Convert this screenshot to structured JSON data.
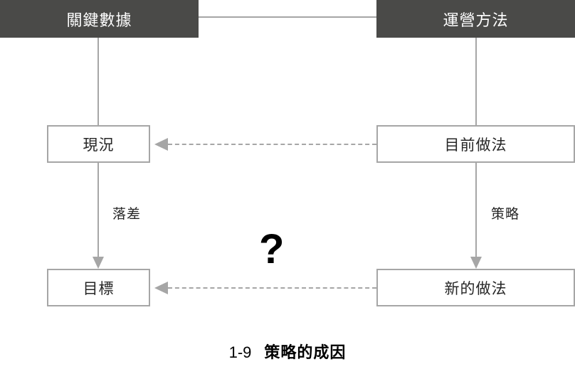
{
  "diagram": {
    "columns": {
      "left_header": "關鍵數據",
      "right_header": "運營方法"
    },
    "nodes": {
      "current_state": "現況",
      "goal": "目標",
      "current_practice": "目前做法",
      "new_practice": "新的做法"
    },
    "edge_labels": {
      "left_gap": "落差",
      "right_strategy": "策略"
    },
    "center_symbol": "?",
    "caption": {
      "number": "1-9",
      "title": "策略的成因"
    },
    "colors": {
      "header_fill": "#4a4a48",
      "header_text": "#ffffff",
      "node_border": "#a6a6a6",
      "node_text": "#262626",
      "connector": "#a6a6a6",
      "background": "#ffffff",
      "caption_text": "#000000"
    }
  }
}
